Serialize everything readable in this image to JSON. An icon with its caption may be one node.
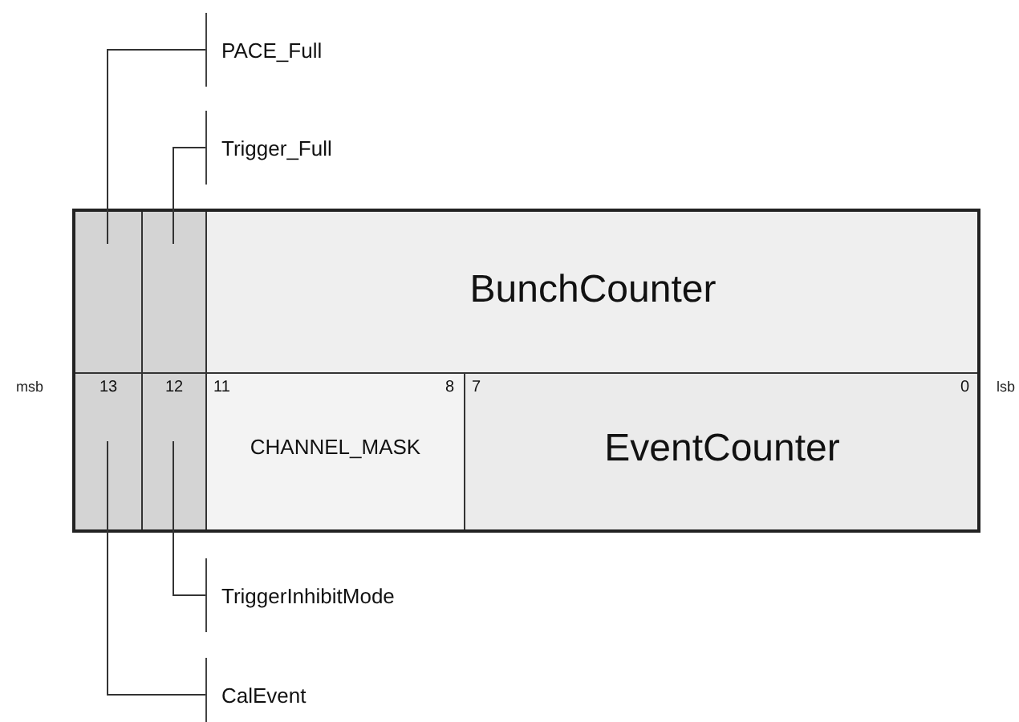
{
  "diagram": {
    "nodes": [
      {
        "text": [
          "PACE_Full"
        ]
      },
      {
        "text": [
          "Trigger_Full"
        ]
      },
      {
        "text": [
          "13"
        ]
      },
      {
        "text": [
          "12"
        ]
      },
      {
        "text": [
          "BunchCounter"
        ]
      },
      {
        "text": [
          "11",
          "8",
          "CHANNEL_MASK"
        ]
      },
      {
        "text": [
          "7",
          "0",
          "EventCounter"
        ]
      },
      {
        "text": [
          "TriggerInhibitMode"
        ]
      },
      {
        "text": [
          "CalEvent"
        ]
      }
    ],
    "edges": [
      {
        "from": 0,
        "to": 2,
        "arrow": "none"
      },
      {
        "from": 1,
        "to": 3,
        "arrow": "none"
      },
      {
        "from": 7,
        "to": 3,
        "arrow": "none"
      },
      {
        "from": 8,
        "to": 2,
        "arrow": "none"
      }
    ],
    "labels": [
      "msb",
      "lsb"
    ]
  }
}
